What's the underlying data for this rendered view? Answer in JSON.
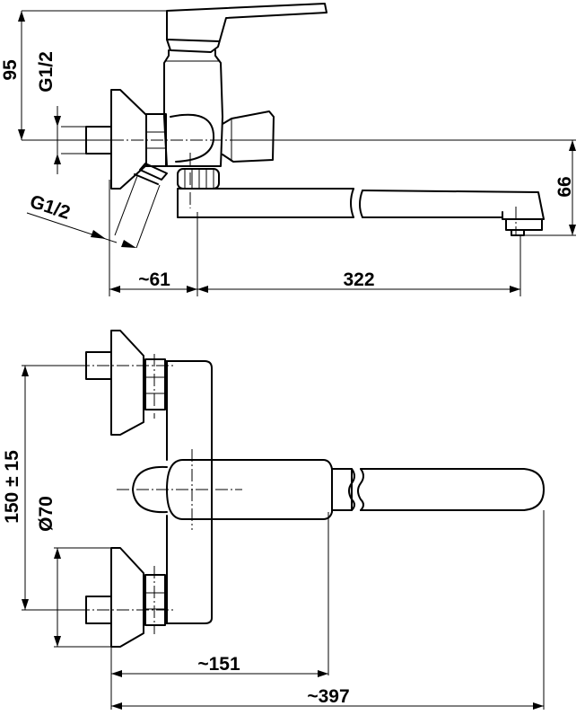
{
  "dimensions": {
    "height_95": "95",
    "thread_top": "G1/2",
    "thread_angled": "G1/2",
    "height_66": "66",
    "offset_61": "~61",
    "spout_322": "322",
    "spacing_150": "150 ± 15",
    "flange_d70": "Ø70",
    "depth_151": "~151",
    "total_397": "~397"
  }
}
